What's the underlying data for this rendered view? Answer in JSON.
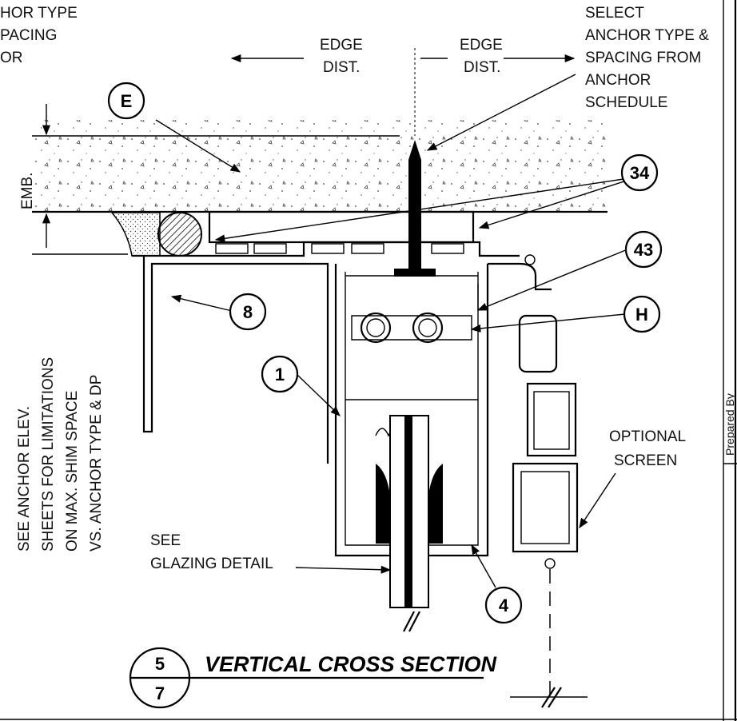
{
  "labels": {
    "top_left_partial": [
      "HOR TYPE",
      "PACING",
      "OR"
    ],
    "edge_left": [
      "EDGE",
      "DIST."
    ],
    "edge_right": [
      "EDGE",
      "DIST."
    ],
    "select_anchor": [
      "SELECT",
      "ANCHOR TYPE &",
      "SPACING FROM",
      "ANCHOR",
      "SCHEDULE"
    ],
    "emb": "EMB.",
    "side_note": [
      "SEE ANCHOR ELEV.",
      "SHEETS FOR LIMITATIONS",
      "ON MAX. SHIM SPACE",
      "VS. ANCHOR TYPE & DP"
    ],
    "optional_screen": [
      "OPTIONAL",
      "SCREEN"
    ],
    "glazing": [
      "SEE",
      "GLAZING DETAIL"
    ],
    "right_edge_partial": "Prepared By"
  },
  "callouts": {
    "E": "E",
    "n34": "34",
    "n43": "43",
    "n8": "8",
    "H": "H",
    "n1": "1",
    "n4": "4"
  },
  "section": {
    "number": "5",
    "sheet": "7",
    "title": "VERTICAL CROSS SECTION"
  }
}
